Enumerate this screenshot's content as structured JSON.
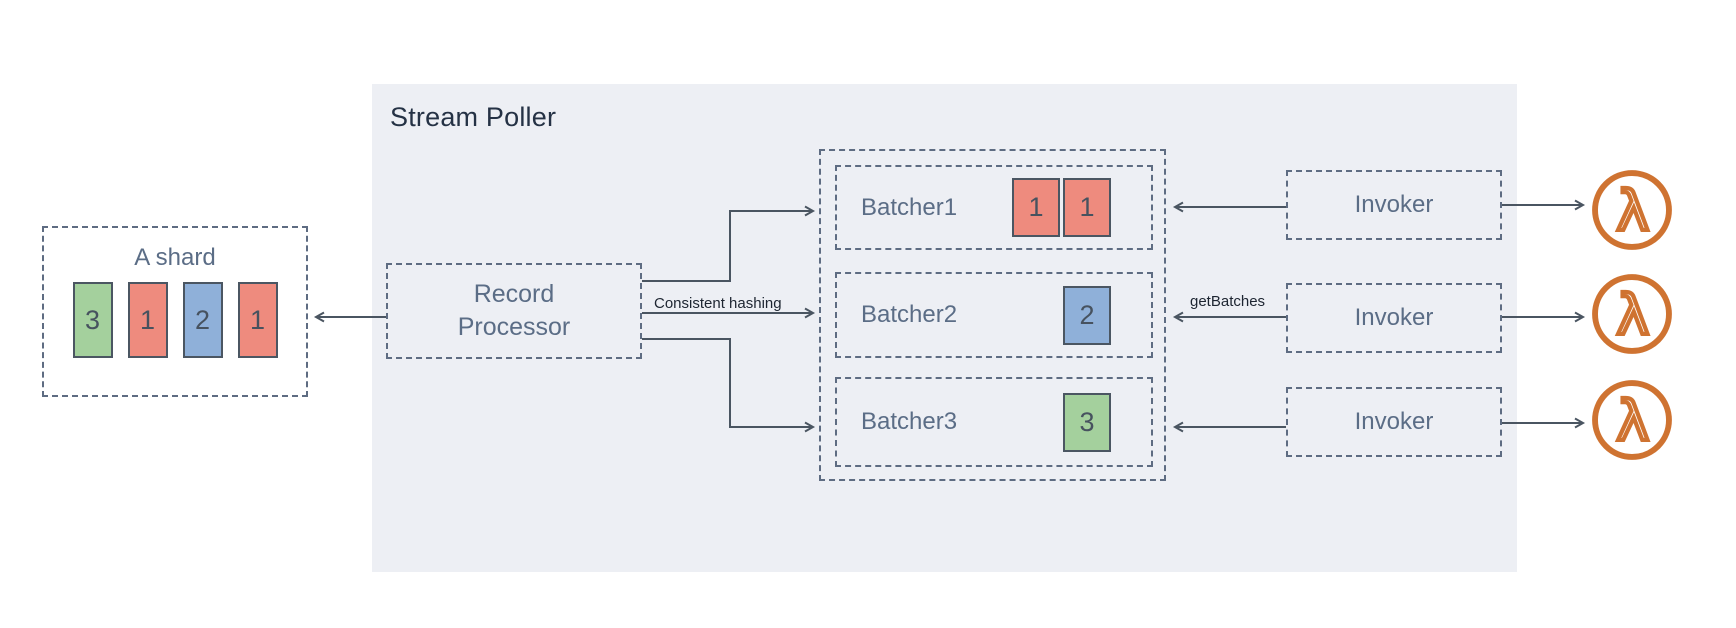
{
  "diagram_title": "Stream Poller",
  "colors": {
    "panel_bg": "#edeff4",
    "dashed_border": "#5e6c82",
    "arrow": "#4a5561",
    "record_red": "#ee8b7e",
    "record_blue": "#8fb0d9",
    "record_green": "#a4d09d",
    "lambda_orange": "#cf7331",
    "title_text": "#253245",
    "box_label_text": "#5b6d86"
  },
  "shard": {
    "title": "A shard",
    "records": [
      {
        "value": "3",
        "color": "green"
      },
      {
        "value": "1",
        "color": "red"
      },
      {
        "value": "2",
        "color": "blue"
      },
      {
        "value": "1",
        "color": "red"
      }
    ]
  },
  "record_processor": {
    "label": "Record\nProcessor"
  },
  "batchers": [
    {
      "label": "Batcher1",
      "records": [
        {
          "value": "1",
          "color": "red"
        },
        {
          "value": "1",
          "color": "red"
        }
      ]
    },
    {
      "label": "Batcher2",
      "records": [
        {
          "value": "2",
          "color": "blue"
        }
      ]
    },
    {
      "label": "Batcher3",
      "records": [
        {
          "value": "3",
          "color": "green"
        }
      ]
    }
  ],
  "invokers": [
    {
      "label": "Invoker"
    },
    {
      "label": "Invoker"
    },
    {
      "label": "Invoker"
    }
  ],
  "edge_labels": {
    "consistent_hashing": "Consistent hashing",
    "get_batches": "getBatches"
  },
  "lambda_icons": {
    "glyph": "λ",
    "count": 3,
    "name": "aws-lambda-icon"
  }
}
